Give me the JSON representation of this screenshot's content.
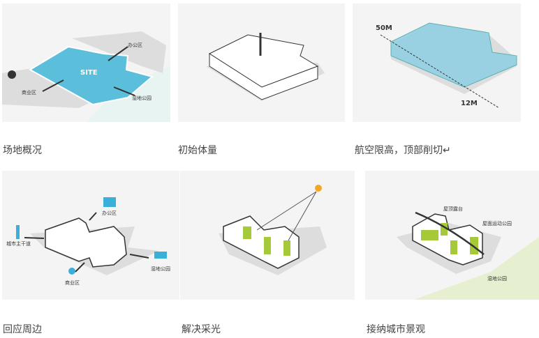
{
  "panels": [
    {
      "caption": "场地概况",
      "labels": {
        "site": "SITE",
        "office": "办公区",
        "commercial": "商业区",
        "wetland": "湿地公园"
      },
      "icons": [
        "metro-icon"
      ]
    },
    {
      "caption": "初始体量"
    },
    {
      "caption": "航空限高，顶部削切↵",
      "labels": {
        "top": "50M",
        "bottom": "12M"
      }
    },
    {
      "caption": "回应周边",
      "labels": {
        "office": "办公区",
        "road": "城市主干道",
        "commercial": "商业区",
        "wetland": "湿地公园"
      }
    },
    {
      "caption": "解决采光"
    },
    {
      "caption": "接纳城市景观",
      "labels": {
        "roof_terrace": "屋顶露台",
        "roof_park": "屋面运动公园",
        "wetland": "湿地公园"
      }
    }
  ],
  "colors": {
    "site": "#5bbfdc",
    "green": "#a6c93a",
    "park": "#e6efd0",
    "wetland_bg": "#e8f4f2"
  }
}
